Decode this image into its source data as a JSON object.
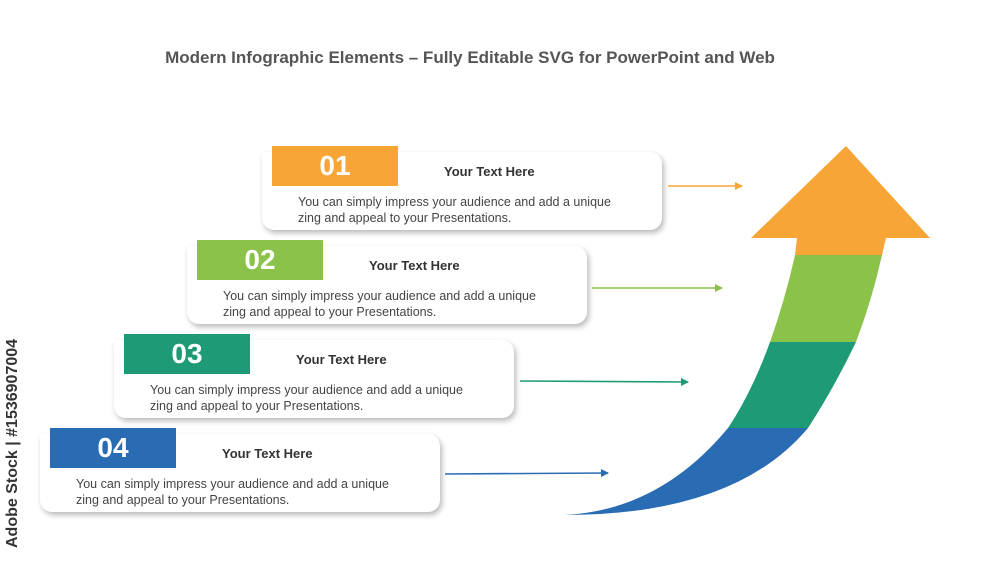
{
  "title": "Modern Infographic Elements – Fully Editable SVG for PowerPoint and Web",
  "watermark": "Adobe Stock | #1536907004",
  "steps": [
    {
      "number": "01",
      "heading": "Your Text Here",
      "line1": "You can simply impress your audience and add a unique",
      "line2": "zing and appeal to your Presentations.",
      "color": "#F7A536"
    },
    {
      "number": "02",
      "heading": "Your Text Here",
      "line1": "You can simply impress your audience and add a unique",
      "line2": "zing and appeal to your Presentations.",
      "color": "#8BC34A"
    },
    {
      "number": "03",
      "heading": "Your Text Here",
      "line1": "You can simply impress your audience and add a unique",
      "line2": "zing and appeal to your Presentations.",
      "color": "#1E9A76"
    },
    {
      "number": "04",
      "heading": "Your Text Here",
      "line1": "You can simply impress your audience and add a unique",
      "line2": "zing and appeal to your Presentations.",
      "color": "#2A6CB4"
    }
  ]
}
